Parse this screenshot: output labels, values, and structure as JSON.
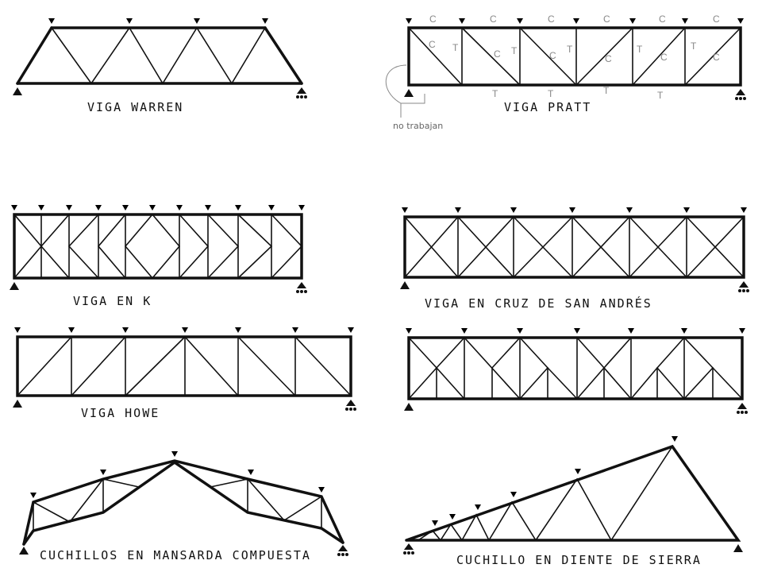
{
  "labels": {
    "warren": "VIGA WARREN",
    "pratt": "VIGA PRATT",
    "k": "VIGA EN K",
    "cruz": "VIGA EN CRUZ DE SAN ANDRÉS",
    "howe": "VIGA HOWE",
    "mansarda": "CUCHILLOS EN MANSARDA COMPUESTA",
    "diente": "CUCHILLO EN DIENTE DE SIERRA"
  },
  "annotations": {
    "pratt_note": "no trabajan",
    "compression_mark": "C",
    "tension_mark": "T"
  }
}
